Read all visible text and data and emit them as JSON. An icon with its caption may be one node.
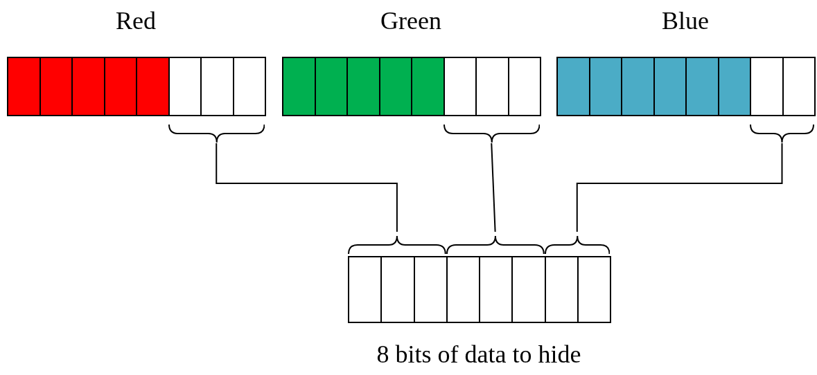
{
  "diagram": {
    "nodes": [
      {
        "text": [
          "Red"
        ]
      },
      {
        "text": [
          "Green"
        ]
      },
      {
        "text": [
          "Blue"
        ]
      },
      {
        "text": [
          "8 bits of data to hide"
        ]
      },
      {
        "text": [],
        "shape": "box"
      },
      {
        "text": [],
        "shape": "box"
      },
      {
        "text": [],
        "shape": "box"
      },
      {
        "text": [],
        "shape": "box"
      },
      {
        "text": [],
        "shape": "box"
      },
      {
        "text": [],
        "shape": "box"
      }
    ],
    "edges": [
      {
        "from": 4,
        "to": 7,
        "arrow": "none"
      },
      {
        "from": 5,
        "to": 8,
        "arrow": "none"
      },
      {
        "from": 6,
        "to": 9,
        "arrow": "none"
      }
    ]
  }
}
